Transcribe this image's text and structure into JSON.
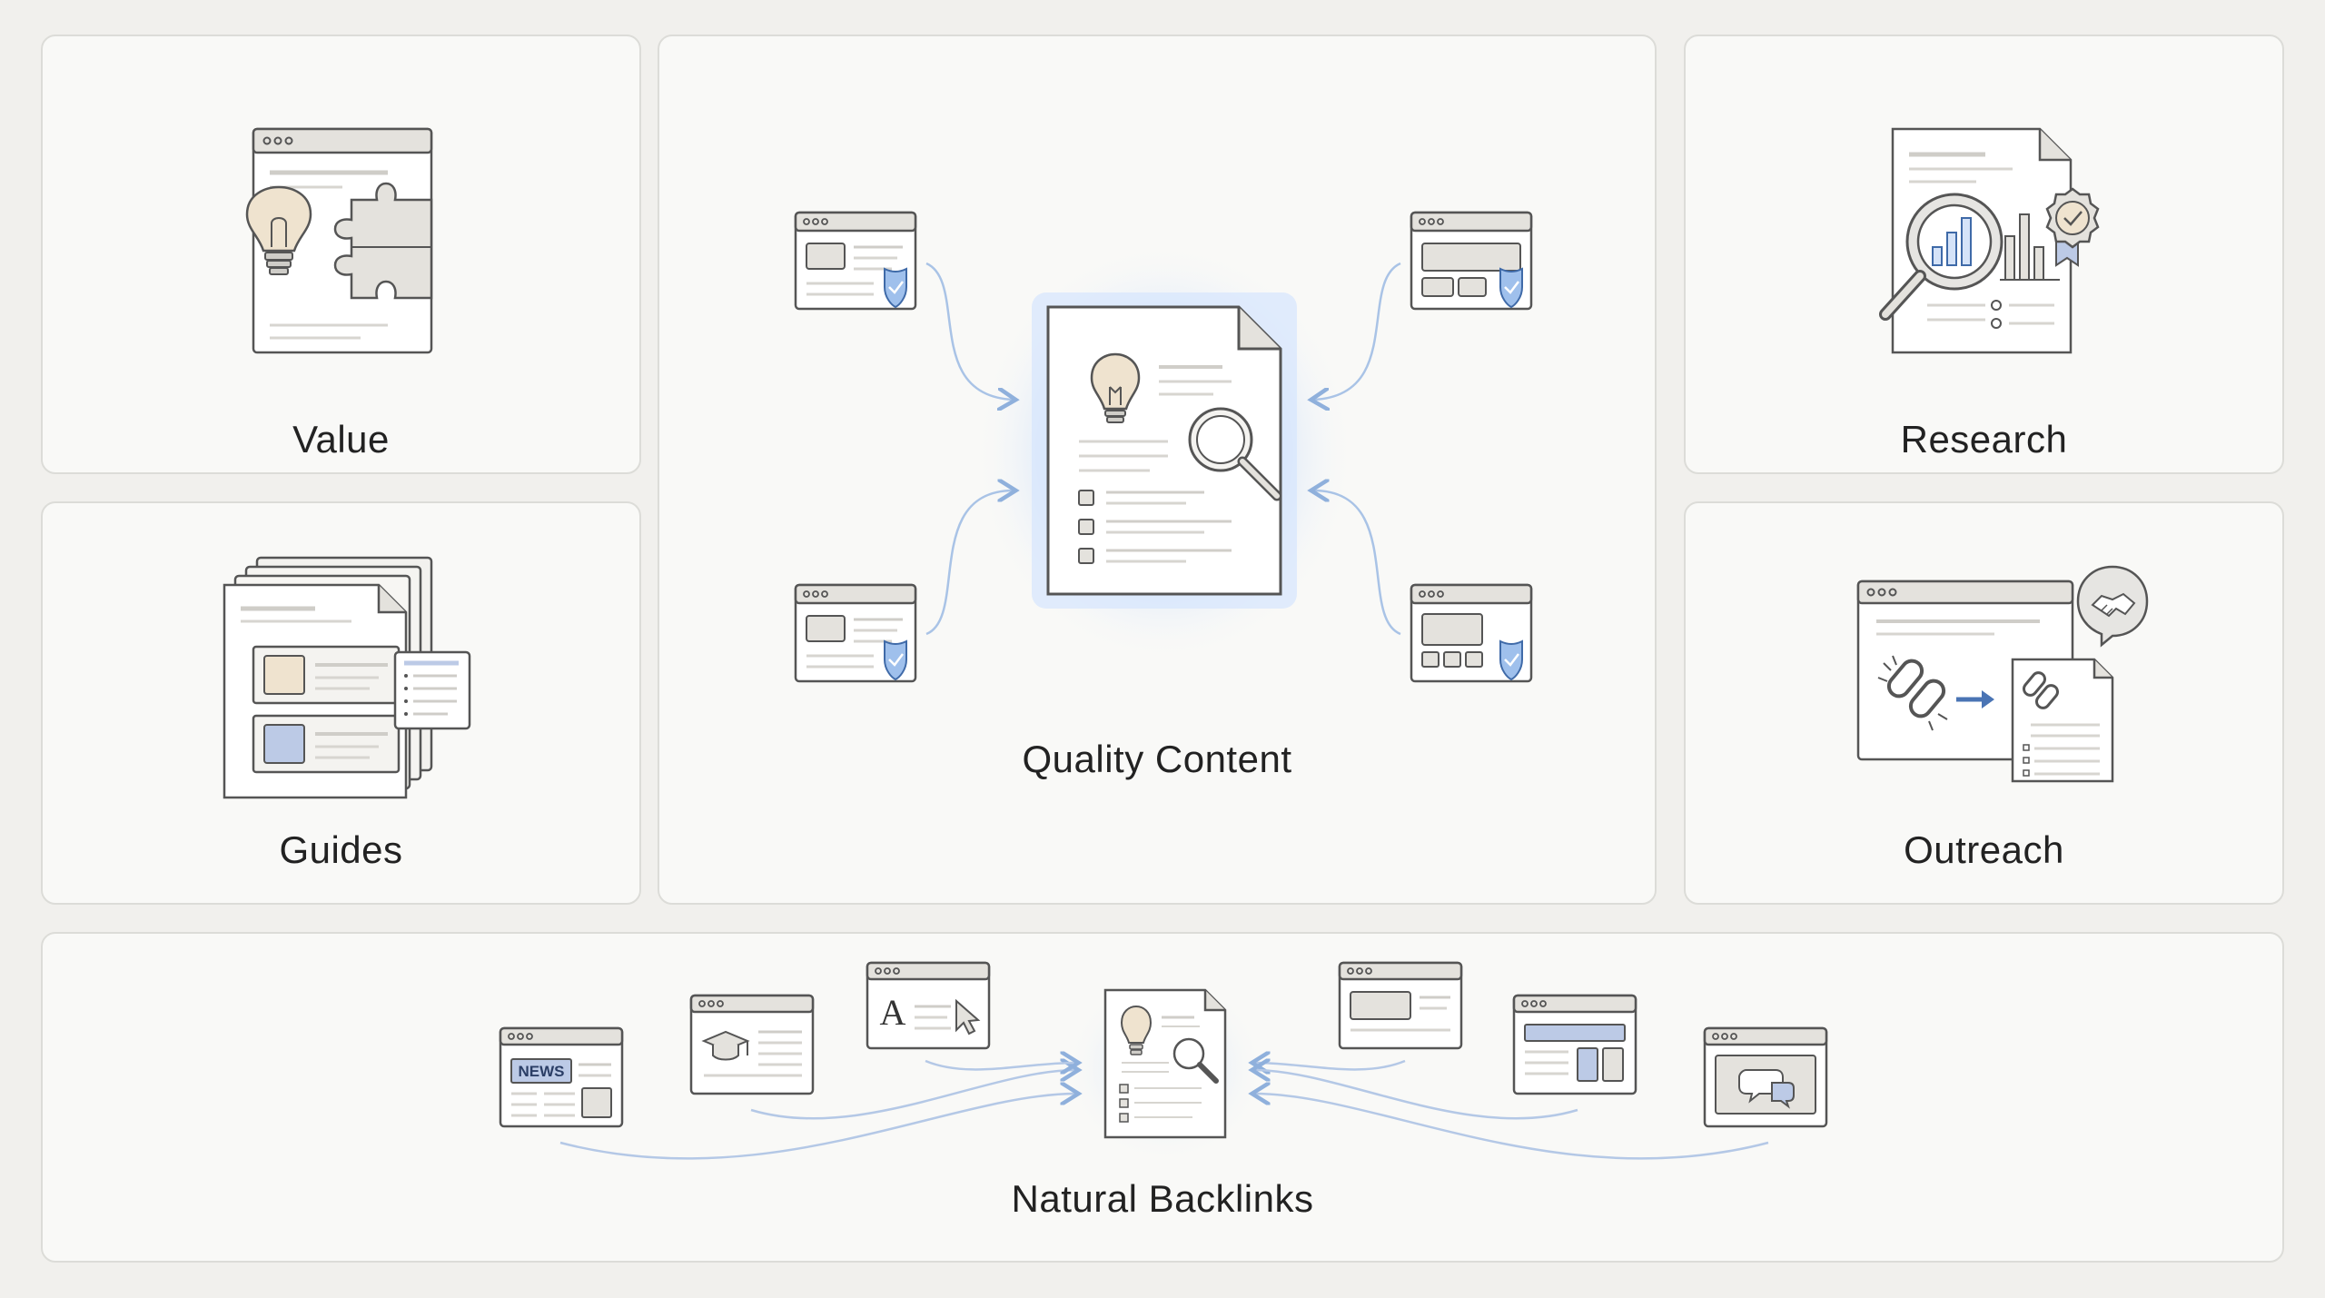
{
  "cards": {
    "value": {
      "label": "Value"
    },
    "guides": {
      "label": "Guides"
    },
    "quality": {
      "label": "Quality Content"
    },
    "research": {
      "label": "Research"
    },
    "outreach": {
      "label": "Outreach"
    },
    "backlinks": {
      "label": "Natural Backlinks"
    }
  },
  "icons": {
    "value": [
      "browser-window-icon",
      "lightbulb-icon",
      "puzzle-piece-icon"
    ],
    "guides": [
      "stacked-documents-icon",
      "checklist-card-icon"
    ],
    "quality": [
      "document-icon",
      "lightbulb-icon",
      "magnifier-icon",
      "checklist-icon",
      "shield-check-icon",
      "browser-window-icon",
      "arrow-icon"
    ],
    "research": [
      "document-icon",
      "magnifier-icon",
      "bar-chart-icon",
      "award-badge-icon"
    ],
    "outreach": [
      "browser-window-icon",
      "link-icon",
      "arrow-right-icon",
      "handshake-icon",
      "document-icon"
    ],
    "backlinks": [
      "news-site-icon",
      "education-site-icon",
      "font-site-icon",
      "cursor-icon",
      "chat-site-icon",
      "document-icon",
      "magnifier-icon"
    ]
  },
  "badges": {
    "news": "NEWS",
    "font_letter": "A"
  },
  "colors": {
    "background": "#f1f0ed",
    "card": "#f9f9f7",
    "border": "#dcdcd8",
    "stroke": "#555555",
    "accent_blue": "#5b8fd6",
    "shield_fill": "#9fc0ec",
    "glow": "#b7d3fb",
    "warm_fill": "#efe3cf",
    "gray_fill": "#e4e2dd",
    "lavender": "#bccae6",
    "text": "#222222"
  }
}
